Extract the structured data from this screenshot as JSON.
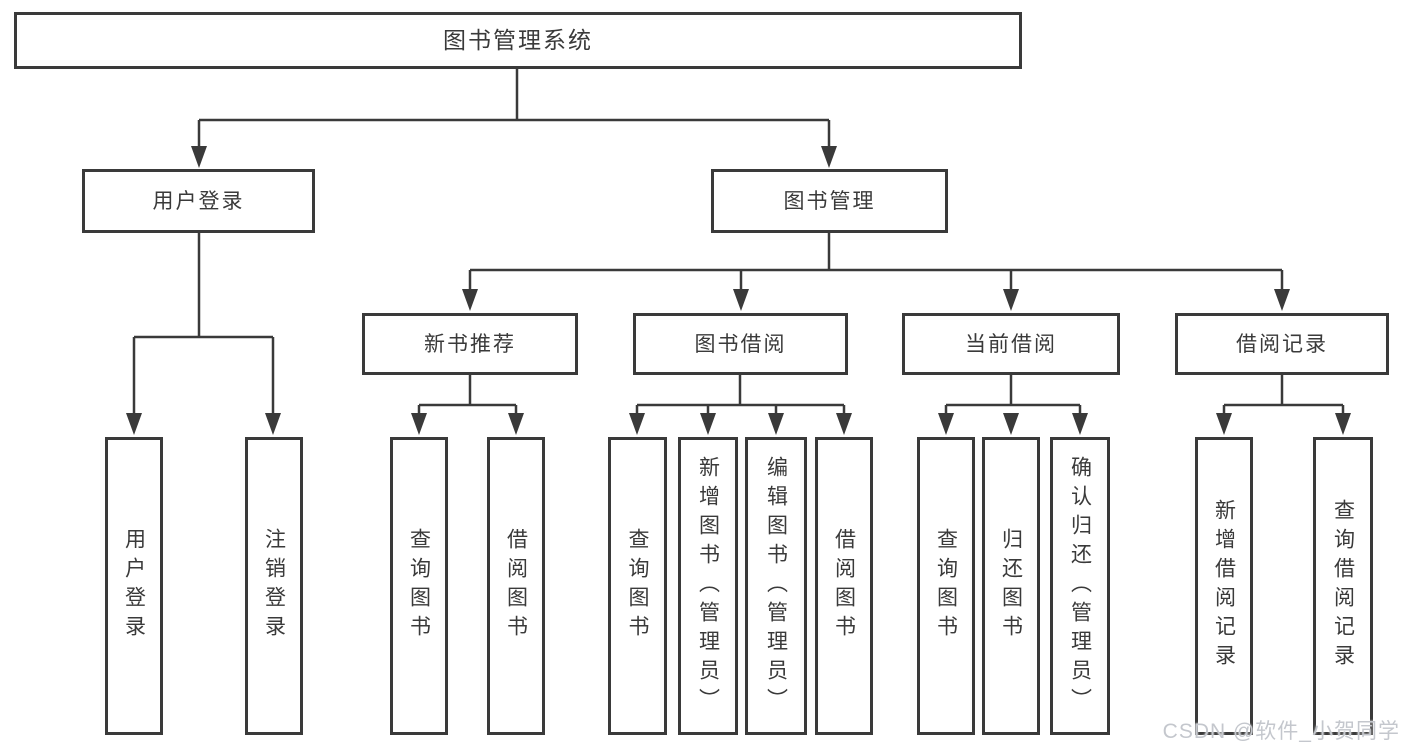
{
  "diagram": {
    "title": "图书管理系统",
    "level2": [
      {
        "label": "用户登录"
      },
      {
        "label": "图书管理"
      }
    ],
    "level3": [
      {
        "label": "新书推荐",
        "parent": "图书管理"
      },
      {
        "label": "图书借阅",
        "parent": "图书管理"
      },
      {
        "label": "当前借阅",
        "parent": "图书管理"
      },
      {
        "label": "借阅记录",
        "parent": "图书管理"
      }
    ],
    "leaves": [
      {
        "label": "用户登录",
        "parent": "用户登录"
      },
      {
        "label": "注销登录",
        "parent": "用户登录"
      },
      {
        "label": "查询图书",
        "parent": "新书推荐"
      },
      {
        "label": "借阅图书",
        "parent": "新书推荐"
      },
      {
        "label": "查询图书",
        "parent": "图书借阅"
      },
      {
        "label": "新增图书（管理员）",
        "parent": "图书借阅"
      },
      {
        "label": "编辑图书（管理员）",
        "parent": "图书借阅"
      },
      {
        "label": "借阅图书",
        "parent": "图书借阅"
      },
      {
        "label": "查询图书",
        "parent": "当前借阅"
      },
      {
        "label": "归还图书",
        "parent": "当前借阅"
      },
      {
        "label": "确认归还（管理员）",
        "parent": "当前借阅"
      },
      {
        "label": "新增借阅记录",
        "parent": "借阅记录"
      },
      {
        "label": "查询借阅记录",
        "parent": "借阅记录"
      }
    ],
    "watermark": "CSDN @软件_小贺同学",
    "colors": {
      "line": "#3a3a3a",
      "text": "#3a3a3a",
      "background": "#ffffff",
      "watermark": "#c4c7cd"
    }
  }
}
